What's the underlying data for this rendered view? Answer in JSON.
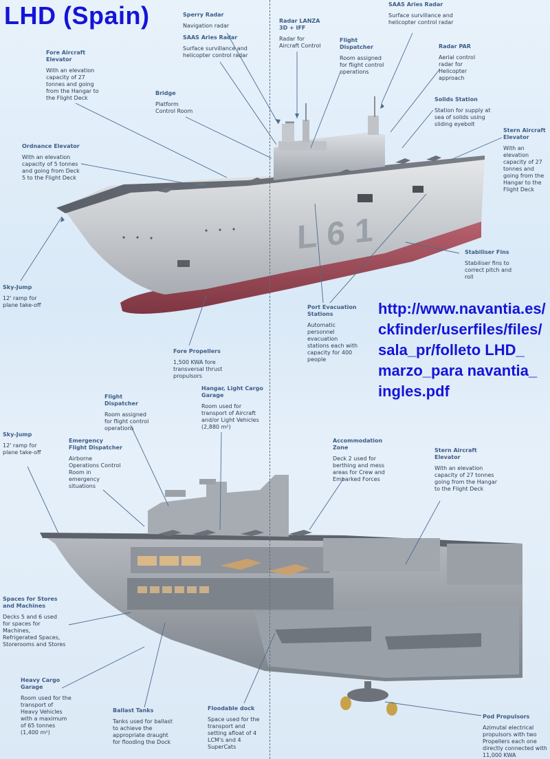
{
  "title": "LHD (Spain)",
  "url_lines": [
    "http://www.navantia.es/",
    "ckfinder/userfiles/files/",
    "sala_pr/folleto LHD_",
    "marzo_para navantia_",
    "ingles.pdf"
  ],
  "hull_number": "L61",
  "colors": {
    "title": "#1414d8",
    "heading": "#3d5d86",
    "hull_grey": "#c9ccd0",
    "hull_red": "#a9525f"
  },
  "callouts_top": [
    {
      "id": "sperry",
      "heading": "Sperry Radar",
      "desc": "Navigation radar"
    },
    {
      "id": "saas1",
      "heading": "SAAS Aries Radar",
      "desc": "Surface survillance and helicopter control radar"
    },
    {
      "id": "lanza",
      "heading": "Radar LANZA 3D + IFF",
      "desc": "Radar for Aircraft Control"
    },
    {
      "id": "flightdisp1",
      "heading": "Flight Dispatcher",
      "desc": "Room assigned for flight control operations"
    },
    {
      "id": "saas2",
      "heading": "SAAS Aries Radar",
      "desc": "Surface survillance and helicopter control radar"
    },
    {
      "id": "par",
      "heading": "Radar PAR",
      "desc": "Aerial control radar for Helicopter approach"
    },
    {
      "id": "solids",
      "heading": "Solids Station",
      "desc": "Station for supply at sea of solids using sliding eyebolt"
    },
    {
      "id": "stern1",
      "heading": "Stern Aircraft Elevator",
      "desc": "With an elevation capacity of 27 tonnes and going from the Hangar to the Flight Deck"
    },
    {
      "id": "fore",
      "heading": "Fore Aircraft Elevator",
      "desc": "With an elevation capacity of 27 tonnes and going from the Hangar to the Flight Deck"
    },
    {
      "id": "bridge",
      "heading": "Bridge",
      "desc": "Platform Control Room"
    },
    {
      "id": "ordnance",
      "heading": "Ordnance Elevator",
      "desc": "With an elevation capacity of 5 tonnes and going from Deck 5 to the Flight Deck"
    },
    {
      "id": "skyjump1",
      "heading": "Sky-Jump",
      "desc": "12' ramp for plane take-off"
    },
    {
      "id": "stab",
      "heading": "Stabiliser Fins",
      "desc": "Stabiliser fins to correct pitch and roll"
    },
    {
      "id": "evac",
      "heading": "Port Evacuation Stations",
      "desc": "Automatic personnel evacuation stations each with capacity for 400 people"
    },
    {
      "id": "foreprop",
      "heading": "Fore Propellers",
      "desc": "1,500 KWA fore transversal thrust propulsors"
    }
  ],
  "callouts_bottom": [
    {
      "id": "flightdisp2",
      "heading": "Flight Dispatcher",
      "desc": "Room assigned for flight control operations"
    },
    {
      "id": "hangar",
      "heading": "Hangar, Light Cargo Garage",
      "desc": "Room used for transport of Aircraft and/or Light Vehicles (2,880 m²)"
    },
    {
      "id": "skyjump2",
      "heading": "Sky-Jump",
      "desc": "12' ramp for plane take-off"
    },
    {
      "id": "emergency",
      "heading": "Emergency Flight Dispatcher",
      "desc": "Airborne Operations Control Room in emergency situations"
    },
    {
      "id": "accom",
      "heading": "Accommodation Zone",
      "desc": "Deck 2 used for berthing and mess areas for Crew and Embarked Forces"
    },
    {
      "id": "stern2",
      "heading": "Stern Aircraft Elevator",
      "desc": "With an elevation capacity of 27 tonnes going from the Hangar to the Flight Deck"
    },
    {
      "id": "stores",
      "heading": "Spaces for Stores and Machines",
      "desc": "Decks 5 and 6 used for spaces for Machines, Refrigerated Spaces, Storerooms and Stores"
    },
    {
      "id": "heavy",
      "heading": "Heavy Cargo Garage",
      "desc": "Room used for the transport of Heavy Vehicles with a maximum of 65 tonnes (1,400 m²)"
    },
    {
      "id": "ballast",
      "heading": "Ballast Tanks",
      "desc": "Tanks used for ballast to achieve the appropriate draught for flooding the Dock"
    },
    {
      "id": "dock",
      "heading": "Floodable dock",
      "desc": "Space used for the transport and setting afloat of 4 LCM's and 4 SuperCats"
    },
    {
      "id": "pod",
      "heading": "Pod Propulsors",
      "desc": "Azimutal electrical propulsors with two Propellers each one directly connected with 11,000 KWA"
    }
  ]
}
